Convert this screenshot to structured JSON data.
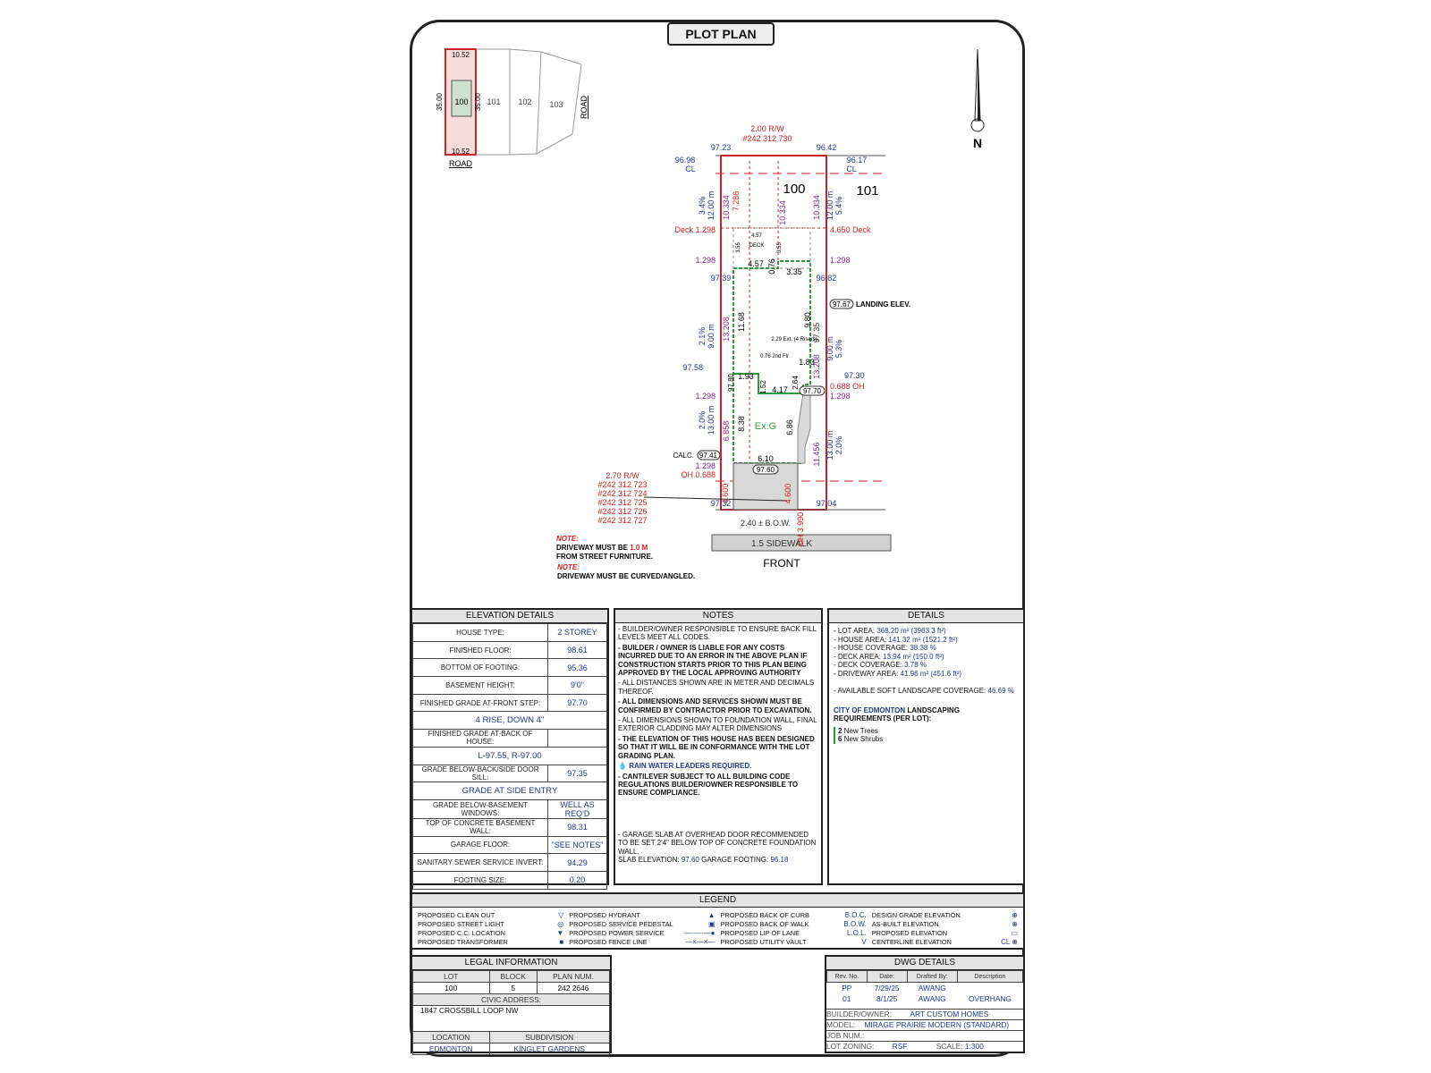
{
  "title": "PLOT PLAN",
  "keymap": {
    "road_bottom": "ROAD",
    "road_right": "ROAD",
    "top_dim": "10.52",
    "bottom_dim": "10.52",
    "left_dim": "35.00",
    "inner_dim": "35.00",
    "lots": [
      "100",
      "101",
      "102",
      "103"
    ]
  },
  "north_label": "N",
  "plan": {
    "rw_top": "2.00  R/W",
    "rw_top_num": "#242 312 730",
    "corner_tl": "97.23",
    "corner_tr": "96.42",
    "cl_left_val": "96.98",
    "cl_left": "CL",
    "cl_right_val": "96.17",
    "cl_right": "CL",
    "lot_num": "100",
    "neighbor_num": "101",
    "rear_left_pct": "3.4%",
    "rear_left_len": "12.00 m",
    "rear_right_len": "12.00 m",
    "rear_right_pct": "5.4%",
    "dim_10334": "10.334",
    "dim_7286": "7.286",
    "deck_left": "Deck 1.298",
    "deck_right": "4.650 Deck",
    "deck_457": "4.57",
    "deck_label": "DECK",
    "deck_355": "3.55",
    "dim_457": "4.57",
    "dim_076": "0.76",
    "dim_335": "3.35",
    "side_1298": "1.298",
    "grade_left_top": "97.39",
    "grade_right_top": "96.82",
    "landing_val": "97.67",
    "landing_lbl": "LANDING ELEV.",
    "mid_left_pct": "2.1%",
    "mid_left_len": "9.00 m",
    "mid_left_dim": "13.208",
    "house_1168": "11.68",
    "dim_980": "9.80",
    "grade_9735": "97.35",
    "ext_note": "2.29 Ext.\n(4 Risers)",
    "mid_right_dim": "13.208",
    "mid_right_len": "9.00 m",
    "mid_right_pct": "5.3%",
    "grade_left_mid": "97.58",
    "grade_right_mid": "97.30",
    "oh_right": "0.688 OH",
    "dim_193": "1.93",
    "dim_152": "1.52",
    "dim_417": "4.17",
    "dim_264": "2.64",
    "dim_183": "1.83",
    "side_entry": "97.70",
    "fnd_left": "97.80",
    "cant_note": "0.76\n2nd Flr",
    "front_left_pct": "2.0%",
    "front_left_len": "13.00 m",
    "front_left_dim": "6.858",
    "dim_838": "8.38",
    "garage_label": "Ex.G",
    "dim_686": "6.86",
    "front_right_len": "13.00 m",
    "front_right_pct": "2.0%",
    "front_right_dim": "11.456",
    "calc_lbl": "CALC.",
    "calc_val": "97.41",
    "dim_610": "6.10",
    "slab_val": "97.60",
    "oh_left": "OH 0.688",
    "rw_front": "2.70  R/W",
    "rw_front_nums": [
      "#242 312 723",
      "#242 312 724",
      "#242 312 725",
      "#242 312 726",
      "#242 312 727"
    ],
    "dim_4600": "4.600",
    "dim_4600b": "4.600",
    "corner_bl": "97.32",
    "corner_br": "97.04",
    "bow": "2.40 ± B.O.W.",
    "oh_3990": "OH 3.990",
    "sidewalk": "1.5 SIDEWALK",
    "front": "FRONT",
    "note1_head": "NOTE:",
    "note1_a": "DRIVEWAY MUST BE ",
    "note1_b": "1.0 M",
    "note1_c": "FROM STREET FURNITURE.",
    "note2_head": "NOTE:",
    "note2_text": "DRIVEWAY MUST BE CURVED/ANGLED."
  },
  "elevation": {
    "title": "ELEVATION DETAILS",
    "rows": [
      {
        "label": "HOUSE TYPE:",
        "value": "2 STOREY"
      },
      {
        "label": "FINISHED FLOOR:",
        "value": "98.61"
      },
      {
        "label": "BOTTOM OF FOOTING:",
        "value": "95.36"
      },
      {
        "label": "BASEMENT HEIGHT:",
        "value": "9'0\""
      },
      {
        "label": "FINISHED GRADE AT-FRONT STEP:",
        "value": "97.70"
      },
      {
        "full": "4 RISE, DOWN 4\""
      },
      {
        "label": "FINISHED GRADE AT-BACK OF HOUSE:",
        "value": ""
      },
      {
        "full": "L-97.55, R-97.00"
      },
      {
        "label": "GRADE BELOW-BACK/SIDE DOOR SILL:",
        "value": "97.35"
      },
      {
        "full": "GRADE AT SIDE ENTRY"
      },
      {
        "label": "GRADE BELOW-BASEMENT WINDOWS:",
        "value": "WELL AS REQ'D"
      },
      {
        "label": "TOP OF CONCRETE BASEMENT WALL:",
        "value": "98.31"
      },
      {
        "label": "GARAGE FLOOR:",
        "value": "\"SEE NOTES\""
      },
      {
        "label": "SANITARY SEWER SERVICE INVERT:",
        "value": "94.29"
      },
      {
        "label": "FOOTING SIZE:",
        "value": "0.20"
      }
    ]
  },
  "notes": {
    "title": "NOTES",
    "items": [
      {
        "text": "- BUILDER/OWNER RESPONSIBLE TO ENSURE BACK FILL LEVELS MEET ALL CODES.",
        "bold": false,
        "blue": false
      },
      {
        "text": "- BUILDER / OWNER IS LIABLE FOR ANY COSTS INCURRED DUE TO AN ERROR IN THE ABOVE PLAN IF CONSTRUCTION STARTS PRIOR TO THIS PLAN BEING APPROVED BY THE LOCAL APPROVING AUTHORITY",
        "bold": true,
        "blue": false
      },
      {
        "text": "- ALL DISTANCES SHOWN ARE IN METER AND DECIMALS THEREOF.",
        "bold": false,
        "blue": false
      },
      {
        "text": "- ALL DIMENSIONS AND SERVICES SHOWN MUST BE CONFIRMED BY CONTRACTOR PRIOR TO EXCAVATION.",
        "bold": true,
        "blue": false
      },
      {
        "text": "- ALL DIMENSIONS SHOWN TO FOUNDATION WALL, FINAL EXTERIOR CLADDING MAY ALTER DIMENSIONS",
        "bold": false,
        "blue": false
      },
      {
        "text": "- THE ELEVATION OF THIS HOUSE HAS BEEN DESIGNED SO THAT IT WILL BE IN CONFORMANCE WITH THE LOT GRADING PLAN.",
        "bold": true,
        "blue": false
      },
      {
        "text": "RAIN WATER LEADERS REQUIRED.",
        "bold": true,
        "blue": true
      },
      {
        "text": "- CANTILEVER SUBJECT TO ALL BUILDING CODE REGULATIONS BUILDER/OWNER RESPONSIBLE TO ENSURE COMPLIANCE.",
        "bold": true,
        "blue": false
      }
    ],
    "garage_note": "- GARAGE SLAB AT OVERHEAD DOOR RECOMMENDED TO BE SET 2'4\"  BELOW TOP OF CONCRETE FOUNDATION WALL.",
    "slab_label": "SLAB ELEVATION: ",
    "slab_value": "97.60",
    "footing_label": "   GARAGE FOOTING: ",
    "footing_value": "96.18"
  },
  "details": {
    "title": "DETAILS",
    "items": [
      {
        "label": "- LOT AREA: ",
        "value": "368.20 m² (3963.3 ft²)"
      },
      {
        "label": "- HOUSE AREA: ",
        "value": "141.32 m² (1521.2 ft²)"
      },
      {
        "label": "- HOUSE COVERAGE: ",
        "value": "38.38 %"
      },
      {
        "label": "- DECK AREA: ",
        "value": "13.94 m² (150.0 ft²)"
      },
      {
        "label": "- DECK COVERAGE: ",
        "value": "3.78 %"
      },
      {
        "label": "- DRIVEWAY AREA: ",
        "value": "41.96 m² (451.6 ft²)"
      }
    ],
    "soft_label": "- AVAILABLE SOFT LANDSCAPE COVERAGE: ",
    "soft_value": "46.69 %",
    "city": "CITY OF EDMONTON",
    "landscaping": " LANDSCAPING REQUIREMENTS (PER LOT):",
    "trees_n": "2",
    "trees": " New Trees",
    "shrubs_n": "6",
    "shrubs": " New Shrubs"
  },
  "legend": {
    "title": "LEGEND",
    "items": [
      {
        "label": "PROPOSED CLEAN OUT",
        "sym": "▽"
      },
      {
        "label": "PROPOSED HYDRANT",
        "sym": "▲"
      },
      {
        "label": "PROPOSED BACK OF CURB",
        "sym": "B.O.C."
      },
      {
        "label": "DESIGN GRADE ELEVATION",
        "sym": "⊕"
      },
      {
        "label": "PROPOSED STREET LIGHT",
        "sym": "◎"
      },
      {
        "label": "PROPOSED SERVICE PEDESTAL",
        "sym": "▣"
      },
      {
        "label": "PROPOSED BACK OF WALK",
        "sym": "B.O.W."
      },
      {
        "label": "AS-BUILT ELEVATION",
        "sym": "⊕"
      },
      {
        "label": "PROPOSED C.C. LOCATION",
        "sym": "▼"
      },
      {
        "label": "PROPOSED POWER SERVICE",
        "sym": "—·—·—●"
      },
      {
        "label": "PROPOSED LIP OF LANE",
        "sym": "L.O.L."
      },
      {
        "label": "PROPOSED ELEVATION",
        "sym": "▭"
      },
      {
        "label": "PROPOSED TRANSFORMER",
        "sym": "■"
      },
      {
        "label": "PROPOSED FENCE LINE",
        "sym": "—×—×—"
      },
      {
        "label": "PROPOSED UTILITY VAULT",
        "sym": "V"
      },
      {
        "label": "CENTERLINE ELEVATION",
        "sym": "CL ⊕"
      }
    ]
  },
  "legal": {
    "title": "LEGAL INFORMATION",
    "headers": [
      "LOT",
      "BLOCK",
      "PLAN NUM."
    ],
    "values": [
      "100",
      "5",
      "242 2646"
    ],
    "civic_head": "CIVIC ADDRESS:",
    "civic": "1847 CROSSBILL LOOP NW",
    "loc_headers": [
      "LOCATION",
      "SUBDIVISION"
    ],
    "loc_values": [
      "EDMONTON",
      "KINGLET GARDENS"
    ]
  },
  "dwg": {
    "title": "DWG DETAILS",
    "headers": [
      "Rev. No.",
      "Date:",
      "Drafted By:",
      "Description"
    ],
    "rows": [
      [
        "PP",
        "7/29/25",
        "AWANG",
        ""
      ],
      [
        "01",
        "8/1/25",
        "AWANG",
        "OVERHANG"
      ]
    ],
    "builder_label": "BUILDER/OWNER:",
    "builder": "ART CUSTOM HOMES",
    "model_label": "MODEL:",
    "model": "MIRAGE PRAIRIE MODERN (STANDARD)",
    "job_label": "JOB NUM.:",
    "job": "",
    "zoning_label": "LOT ZONING:",
    "zoning": "RSF",
    "scale_label": "SCALE:",
    "scale": "1:300"
  },
  "colors": {
    "property_line": "#cc2222",
    "house_line": "#2a9a3a",
    "dimension": "#1e3a8a",
    "offset": "#7a2a8a"
  }
}
